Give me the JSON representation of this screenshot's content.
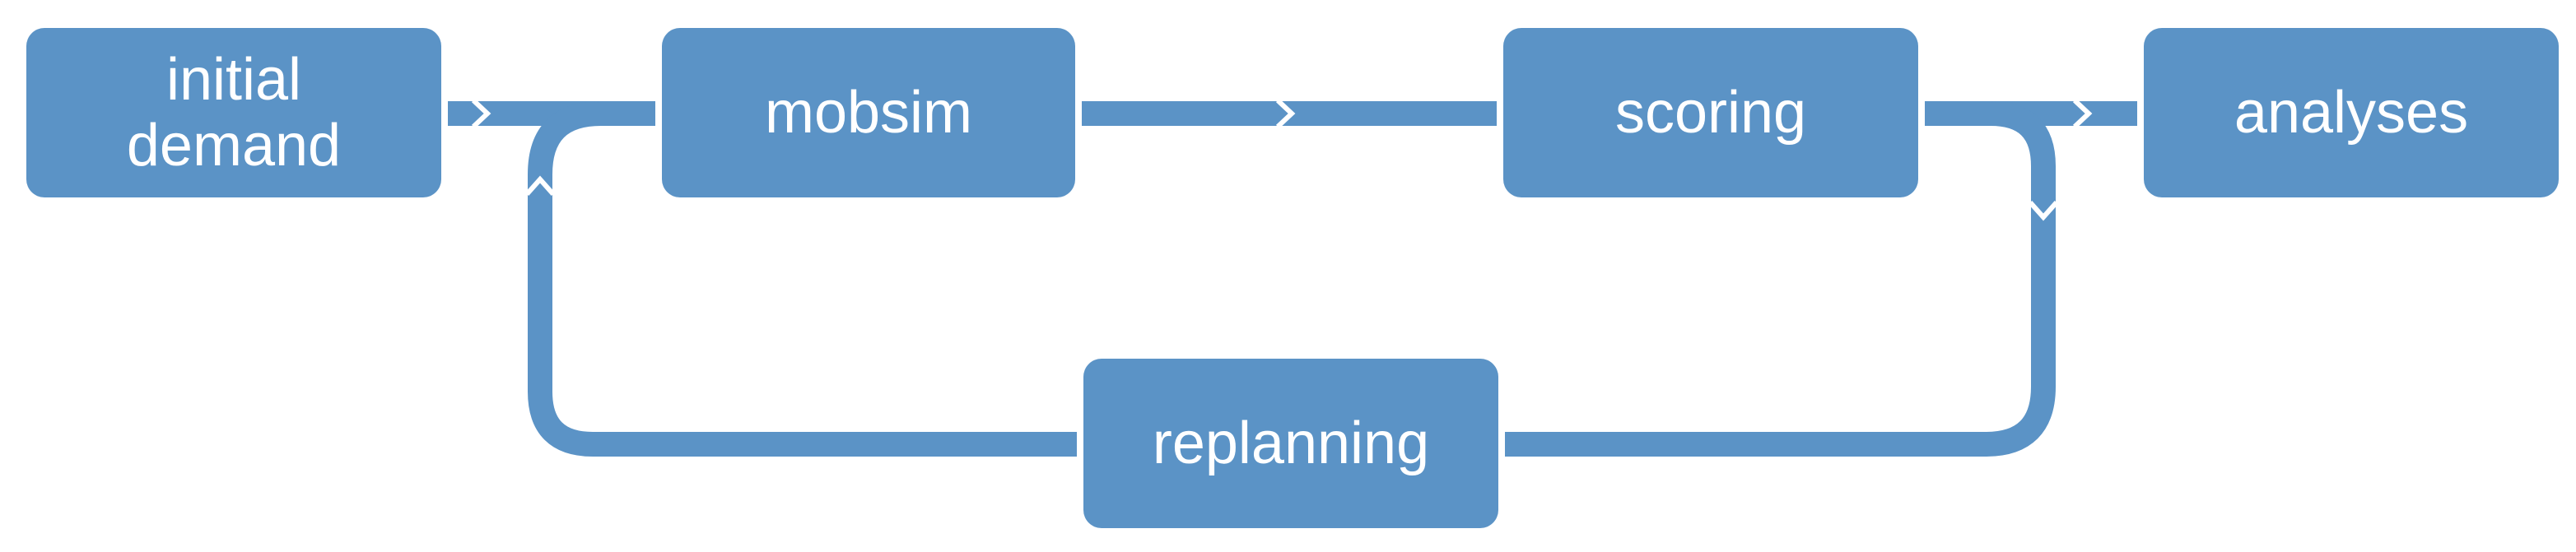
{
  "diagram": {
    "nodes": {
      "initial_demand": "initial\ndemand",
      "mobsim": "mobsim",
      "scoring": "scoring",
      "replanning": "replanning",
      "analyses": "analyses"
    },
    "colors": {
      "node_fill": "#5b93c6",
      "connector": "#5b93c6",
      "text": "#ffffff",
      "background": "#ffffff"
    }
  }
}
